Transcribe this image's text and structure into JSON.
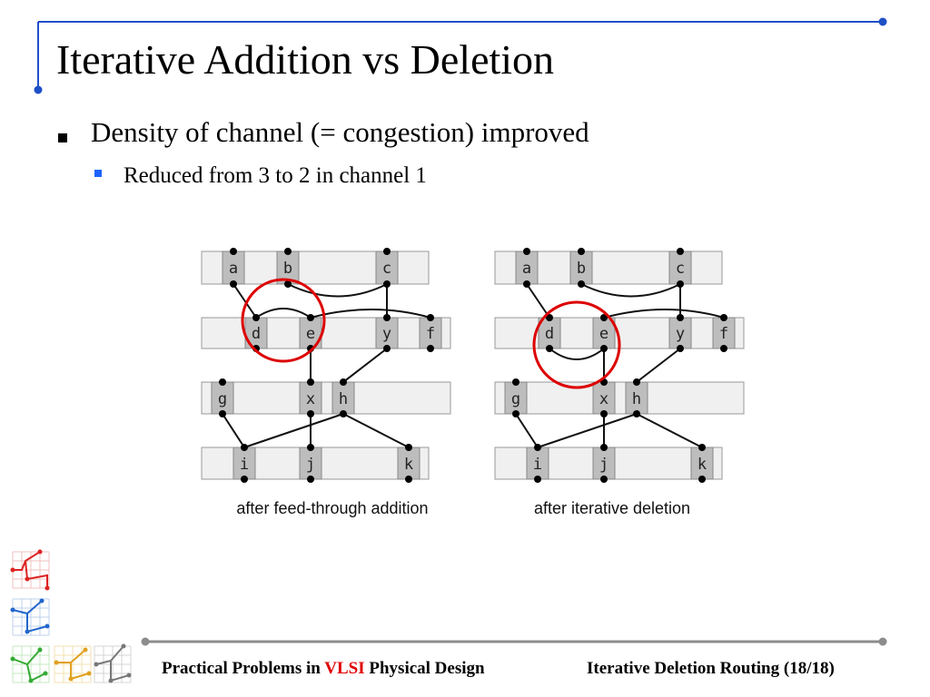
{
  "slide": {
    "title": "Iterative Addition vs Deletion",
    "bullets": [
      {
        "text": "Density of channel (= congestion) improved",
        "level": 1
      },
      {
        "text": "Reduced from 3 to 2 in channel 1",
        "level": 2
      }
    ]
  },
  "figures": [
    {
      "caption": "after feed-through addition",
      "rows": [
        {
          "pins": [
            "a",
            "b",
            "c"
          ]
        },
        {
          "pins": [
            "d",
            "e",
            "y",
            "f"
          ]
        },
        {
          "pins": [
            "g",
            "x",
            "h"
          ]
        },
        {
          "pins": [
            "i",
            "j",
            "k"
          ]
        }
      ]
    },
    {
      "caption": "after iterative deletion",
      "rows": [
        {
          "pins": [
            "a",
            "b",
            "c"
          ]
        },
        {
          "pins": [
            "d",
            "e",
            "y",
            "f"
          ]
        },
        {
          "pins": [
            "g",
            "x",
            "h"
          ]
        },
        {
          "pins": [
            "i",
            "j",
            "k"
          ]
        }
      ]
    }
  ],
  "footer": {
    "left_prefix": "Practical Problems in",
    "left_highlight": "VLSI",
    "left_suffix": "Physical Design",
    "right": "Iterative Deletion Routing (18/18)"
  },
  "colors": {
    "accent_line": "#1e50c8",
    "footer_line": "#8c8c8c",
    "highlight_circle": "#dd0000",
    "highlight_text": "#e00000",
    "cell_fill": "#f0f0f0",
    "pin_fill": "#bdbdbd",
    "sub_bullet": "#1e63ff"
  }
}
